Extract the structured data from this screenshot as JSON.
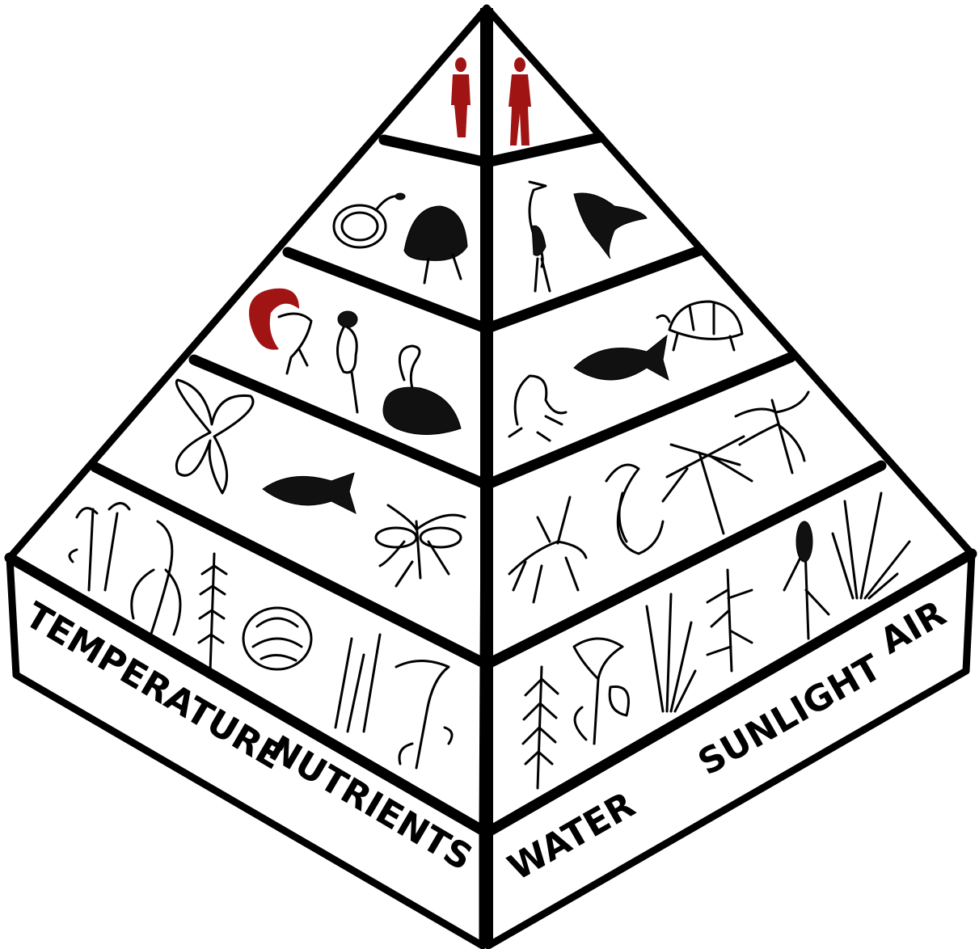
{
  "base_labels": {
    "left_line1": "TEMPERATURE",
    "left_line2": "NUTRIENTS",
    "right_word1": "WATER",
    "right_word2": "SUNLIGHT",
    "right_word3": "AIR"
  },
  "colors": {
    "outline": "#000000",
    "face": "#ffffff",
    "highlight": "#a11414"
  },
  "tiers": [
    {
      "level": 1,
      "left_icons": [
        "human-figure-icon"
      ],
      "right_icons": [
        "human-figure-icon"
      ]
    },
    {
      "level": 2,
      "left_icons": [
        "snake-icon",
        "tortoise-icon"
      ],
      "right_icons": [
        "heron-icon",
        "hawk-icon"
      ]
    },
    {
      "level": 3,
      "left_icons": [
        "chipmunk-icon",
        "chickadee-icon",
        "duck-icon"
      ],
      "right_icons": [
        "frog-icon",
        "fish-icon",
        "turtle-icon"
      ]
    },
    {
      "level": 4,
      "left_icons": [
        "butterfly-icon",
        "minnow-icon",
        "mosquito-icon"
      ],
      "right_icons": [
        "cricket-icon",
        "worm-icon",
        "crane-fly-icon",
        "dragonfly-icon"
      ]
    },
    {
      "level": 5,
      "left_icons": [
        "mushroom-icon",
        "lily-icon",
        "sprig-icon",
        "moss-icon",
        "horsetail-icon",
        "chanterelle-icon"
      ],
      "right_icons": [
        "fern-icon",
        "arrowhead-plant-icon",
        "sedge-icon",
        "heather-icon",
        "orchid-icon",
        "grass-icon"
      ]
    }
  ]
}
